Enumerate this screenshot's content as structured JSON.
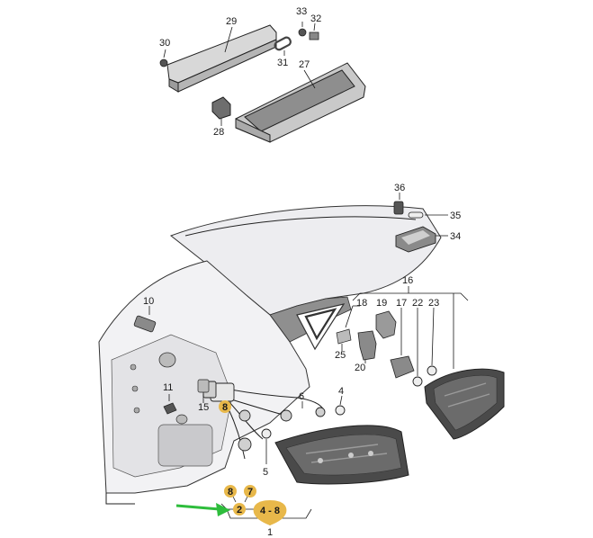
{
  "colors": {
    "callout_fill": "#e8b84a",
    "arrow": "#2ebd3c",
    "part_dark": "#4a4a4a",
    "part_mid": "#bdbdbd",
    "part_light": "#e0e0e0",
    "body_shade": "#e9e9ec"
  },
  "labels": {
    "p1": "1",
    "p2": "2",
    "p4_8": "4 - 8",
    "p4": "4",
    "p5": "5",
    "p6": "6",
    "p7": "7",
    "p8a": "8",
    "p8b": "8",
    "p10": "10",
    "p11": "11",
    "p15": "15",
    "p16": "16",
    "p17": "17",
    "p18": "18",
    "p19": "19",
    "p20": "20",
    "p22": "22",
    "p23": "23",
    "p25": "25",
    "p27": "27",
    "p28": "28",
    "p29": "29",
    "p30": "30",
    "p31": "31",
    "p32": "32",
    "p33": "33",
    "p34": "34",
    "p35": "35",
    "p36": "36"
  }
}
